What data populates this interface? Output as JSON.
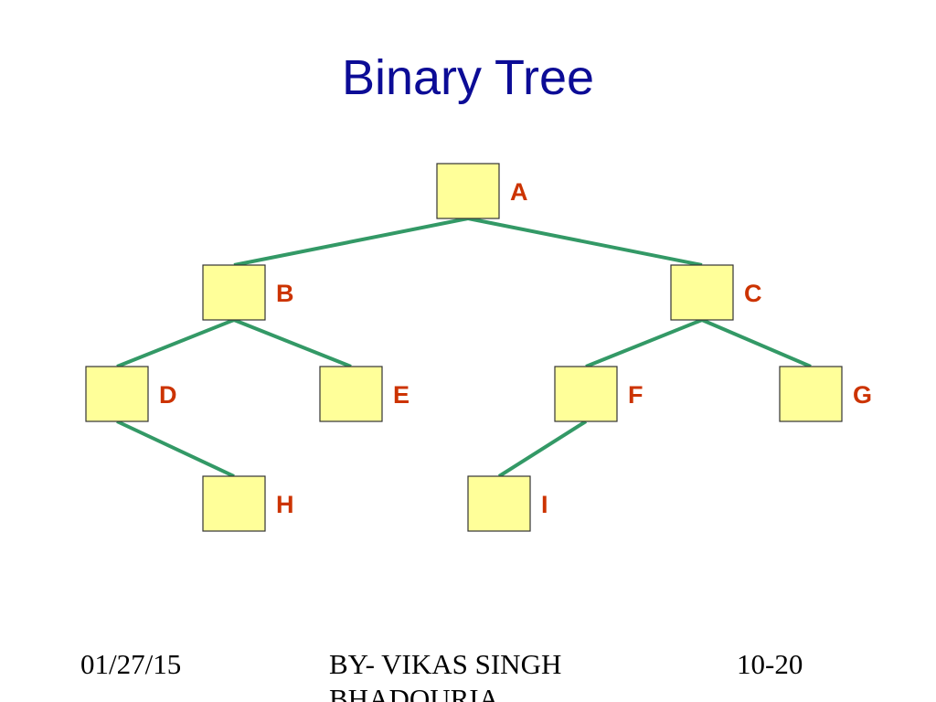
{
  "slide": {
    "title": "Binary Tree"
  },
  "diagram": {
    "node_fill": "#ffff99",
    "node_stroke": "#333333",
    "edge_color": "#339966",
    "label_color": "#cc3300",
    "nodes": [
      {
        "id": "A",
        "label": "A"
      },
      {
        "id": "B",
        "label": "B"
      },
      {
        "id": "C",
        "label": "C"
      },
      {
        "id": "D",
        "label": "D"
      },
      {
        "id": "E",
        "label": "E"
      },
      {
        "id": "F",
        "label": "F"
      },
      {
        "id": "G",
        "label": "G"
      },
      {
        "id": "H",
        "label": "H"
      },
      {
        "id": "I",
        "label": "I"
      }
    ],
    "edges": [
      {
        "from": "A",
        "to": "B"
      },
      {
        "from": "A",
        "to": "C"
      },
      {
        "from": "B",
        "to": "D"
      },
      {
        "from": "B",
        "to": "E"
      },
      {
        "from": "C",
        "to": "F"
      },
      {
        "from": "C",
        "to": "G"
      },
      {
        "from": "D",
        "to": "H"
      },
      {
        "from": "F",
        "to": "I"
      }
    ]
  },
  "footer": {
    "date": "01/27/15",
    "author": "BY- VIKAS SINGH BHADOURIA",
    "page": "10-20"
  }
}
